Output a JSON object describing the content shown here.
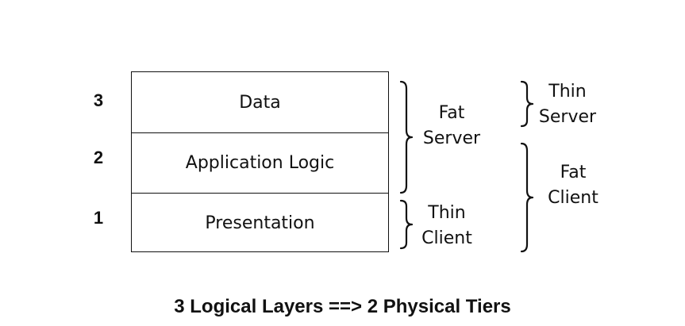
{
  "layers": [
    {
      "number": "3",
      "label": "Data"
    },
    {
      "number": "2",
      "label": "Application Logic"
    },
    {
      "number": "1",
      "label": "Presentation"
    }
  ],
  "tiers": {
    "fat_server": {
      "line1": "Fat",
      "line2": "Server"
    },
    "thin_client": {
      "line1": "Thin",
      "line2": "Client"
    },
    "thin_server": {
      "line1": "Thin",
      "line2": "Server"
    },
    "fat_client": {
      "line1": "Fat",
      "line2": "Client"
    }
  },
  "footer": "3 Logical Layers ==>  2 Physical Tiers"
}
